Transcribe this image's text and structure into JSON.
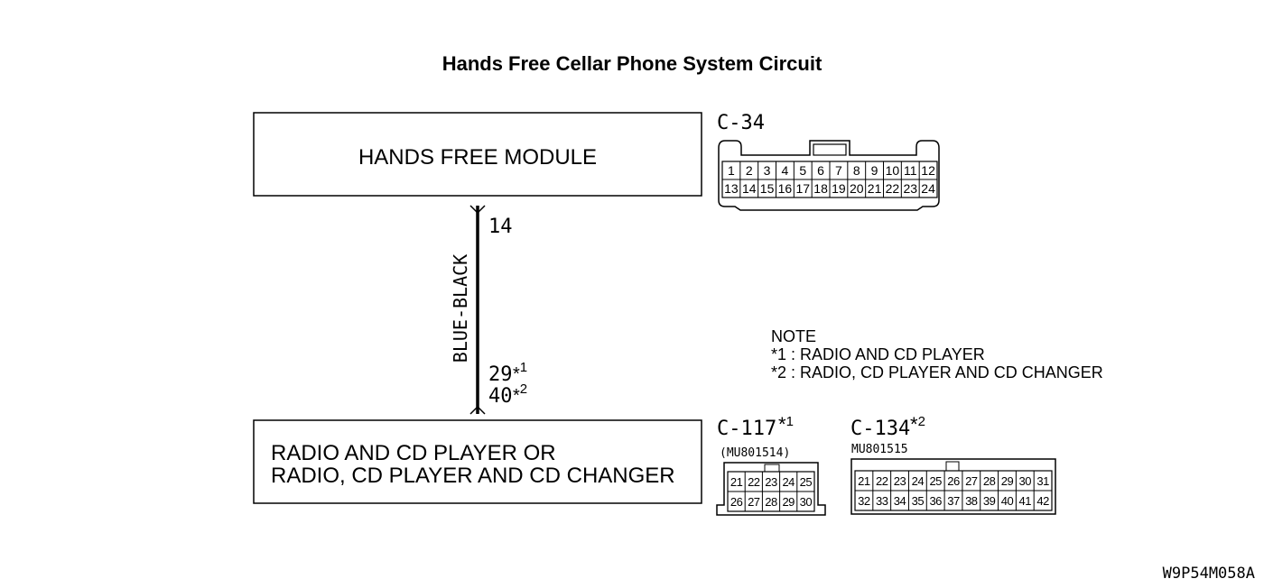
{
  "title": "Hands Free Cellar Phone System Circuit",
  "hands_free_module": {
    "label": "HANDS FREE MODULE",
    "pin": "14"
  },
  "wire": {
    "color": "BLUE-BLACK"
  },
  "radio": {
    "line1": "RADIO AND CD PLAYER OR",
    "line2": "RADIO, CD PLAYER AND CD CHANGER",
    "pin1": "29",
    "pin1_mark": "*1",
    "pin2": "40",
    "pin2_mark": "*2"
  },
  "note": {
    "heading": "NOTE",
    "line1": "*1 : RADIO AND CD PLAYER",
    "line2": "*2 : RADIO, CD PLAYER AND CD CHANGER"
  },
  "connectors": {
    "c34": {
      "name": "C-34",
      "row1": [
        "1",
        "2",
        "3",
        "4",
        "5",
        "6",
        "7",
        "8",
        "9",
        "10",
        "11",
        "12"
      ],
      "row2": [
        "13",
        "14",
        "15",
        "16",
        "17",
        "18",
        "19",
        "20",
        "21",
        "22",
        "23",
        "24"
      ]
    },
    "c117": {
      "name": "C-117",
      "mark": "*1",
      "part": "(MU801514)",
      "row1": [
        "21",
        "22",
        "23",
        "24",
        "25"
      ],
      "row2": [
        "26",
        "27",
        "28",
        "29",
        "30"
      ]
    },
    "c134": {
      "name": "C-134",
      "mark": "*2",
      "part": "MU801515",
      "row1": [
        "21",
        "22",
        "23",
        "24",
        "25",
        "26",
        "27",
        "28",
        "29",
        "30",
        "31"
      ],
      "row2": [
        "32",
        "33",
        "34",
        "35",
        "36",
        "37",
        "38",
        "39",
        "40",
        "41",
        "42"
      ]
    }
  },
  "figure_code": "W9P54M058A"
}
